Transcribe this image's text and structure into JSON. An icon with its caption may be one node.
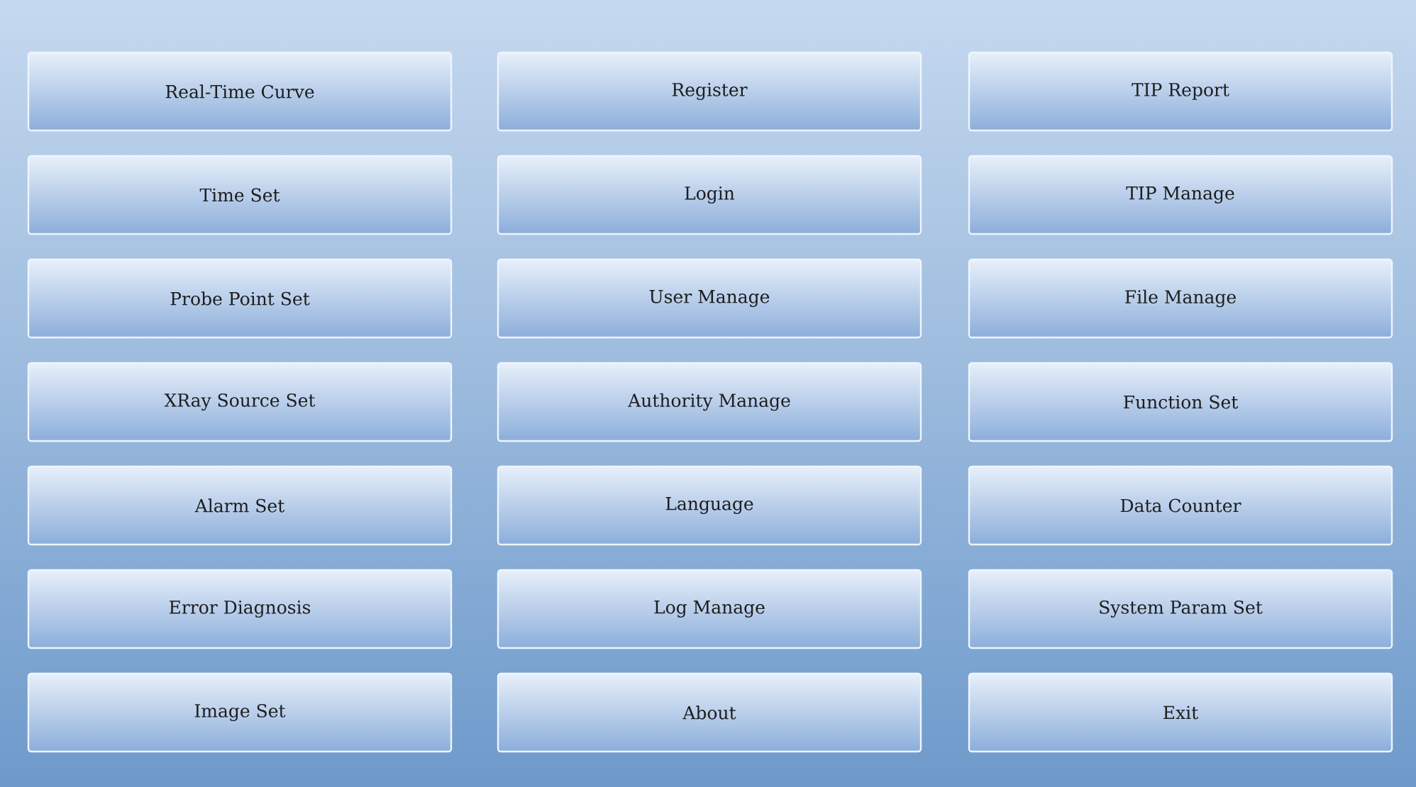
{
  "diagram": {
    "nodes": [
      {
        "text": [
          "Real-Time Curve"
        ]
      },
      {
        "text": [
          "Register"
        ]
      },
      {
        "text": [
          "TIP Report"
        ]
      },
      {
        "text": [
          "Time Set"
        ]
      },
      {
        "text": [
          "Login"
        ]
      },
      {
        "text": [
          "TIP Manage"
        ]
      },
      {
        "text": [
          "Probe Point Set"
        ]
      },
      {
        "text": [
          "User Manage"
        ]
      },
      {
        "text": [
          "File Manage"
        ]
      },
      {
        "text": [
          "XRay Source Set"
        ]
      },
      {
        "text": [
          "Authority Manage"
        ]
      },
      {
        "text": [
          "Function Set"
        ]
      },
      {
        "text": [
          "Alarm Set"
        ]
      },
      {
        "text": [
          "Language"
        ]
      },
      {
        "text": [
          "Data Counter"
        ]
      },
      {
        "text": [
          "Error Diagnosis"
        ]
      },
      {
        "text": [
          "Log Manage"
        ]
      },
      {
        "text": [
          "System Param Set"
        ]
      },
      {
        "text": [
          "Image Set"
        ]
      },
      {
        "text": [
          "About"
        ]
      },
      {
        "text": [
          "Exit"
        ]
      }
    ]
  }
}
